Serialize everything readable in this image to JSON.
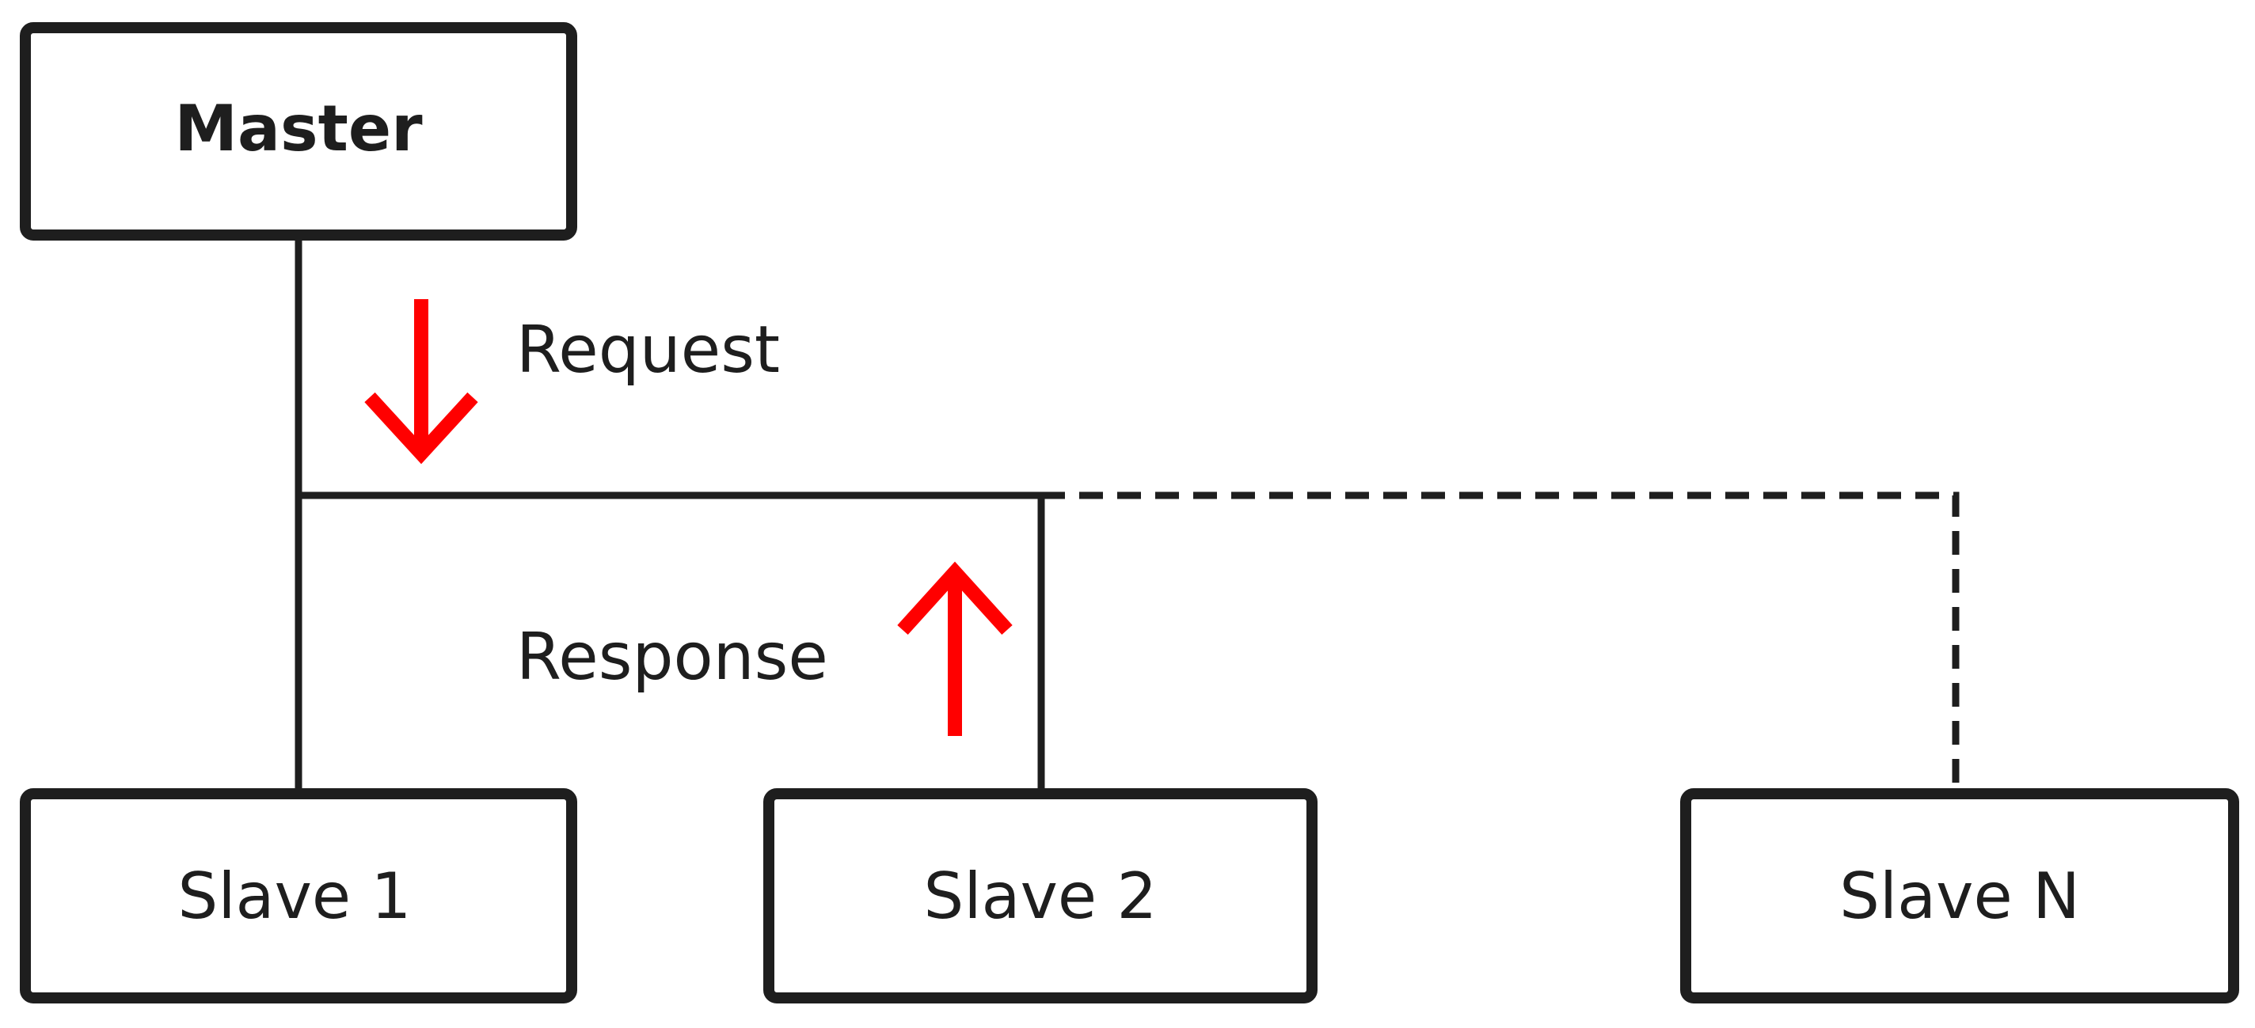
{
  "colors": {
    "line": "#1e1e1e",
    "arrow": "#ff0000",
    "background": "#ffffff"
  },
  "nodes": {
    "master": "Master",
    "slave_1": "Slave 1",
    "slave_2": "Slave 2",
    "slave_n": "Slave N"
  },
  "flows": {
    "request": "Request",
    "response": "Response"
  },
  "icons": {
    "request_arrow": "arrow-down-icon",
    "response_arrow": "arrow-up-icon"
  }
}
